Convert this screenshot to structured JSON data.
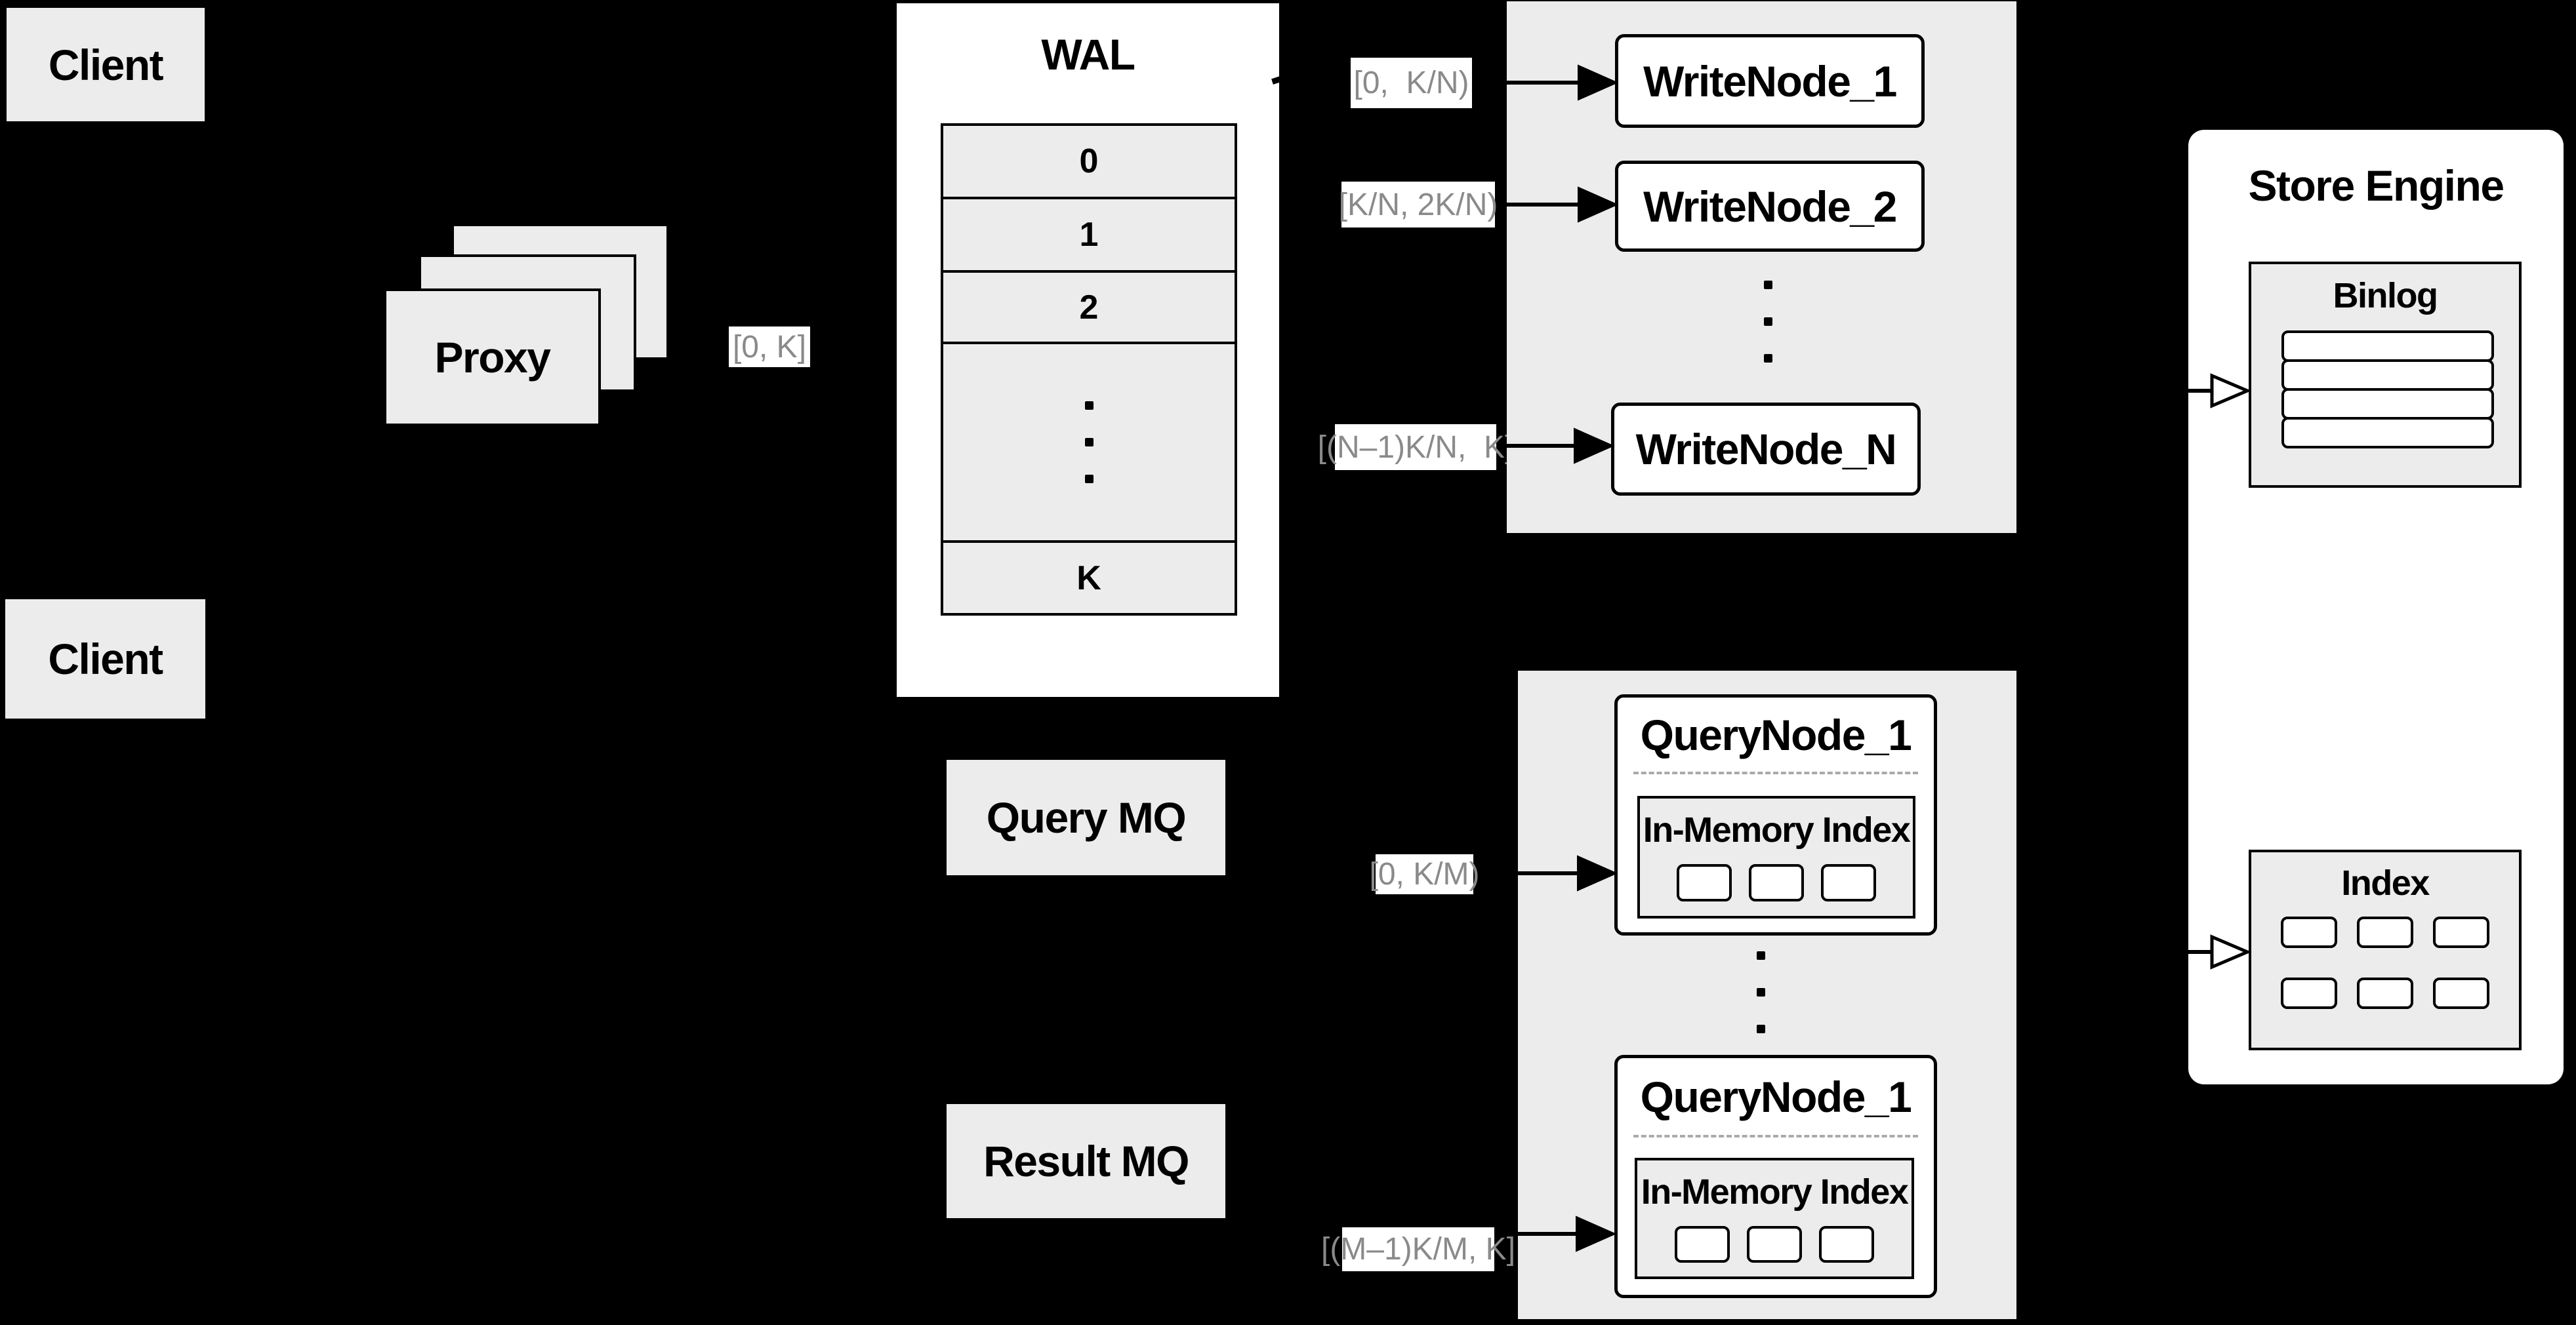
{
  "colors": {
    "background": "#000000",
    "panel_gray": "#ececec",
    "white": "#ffffff",
    "ink": "#000000",
    "label_text": "#8a8a8a",
    "dash": "#aaaaaa"
  },
  "clients": {
    "top": "Client",
    "bottom": "Client"
  },
  "proxy": {
    "label": "Proxy"
  },
  "wal": {
    "title": "WAL",
    "rows": [
      "0",
      "1",
      "2"
    ],
    "dots": "···",
    "last_row": "K"
  },
  "range_labels": {
    "proxy_out": "[0, K]",
    "wal_to_writenode_1": "[0,  K/N)",
    "wal_to_writenode_2": "[K/N, 2K/N)",
    "wal_to_writenode_n": "[(N–1)K/N,  K]",
    "query_to_querynode_1": "[0, K/M)",
    "query_to_querynode_2": "[(M–1)K/M, K]"
  },
  "write_nodes": {
    "dots": "···",
    "items": [
      {
        "label": "WriteNode_1"
      },
      {
        "label": "WriteNode_2"
      },
      {
        "label": "WriteNode_N"
      }
    ]
  },
  "query_nodes": {
    "dots": "···",
    "items": [
      {
        "title": "QueryNode_1",
        "index_title": "In-Memory Index"
      },
      {
        "title": "QueryNode_1",
        "index_title": "In-Memory Index"
      }
    ]
  },
  "mq": {
    "query": "Query MQ",
    "result": "Result MQ"
  },
  "store_engine": {
    "title": "Store Engine",
    "binlog": "Binlog",
    "index": "Index"
  }
}
